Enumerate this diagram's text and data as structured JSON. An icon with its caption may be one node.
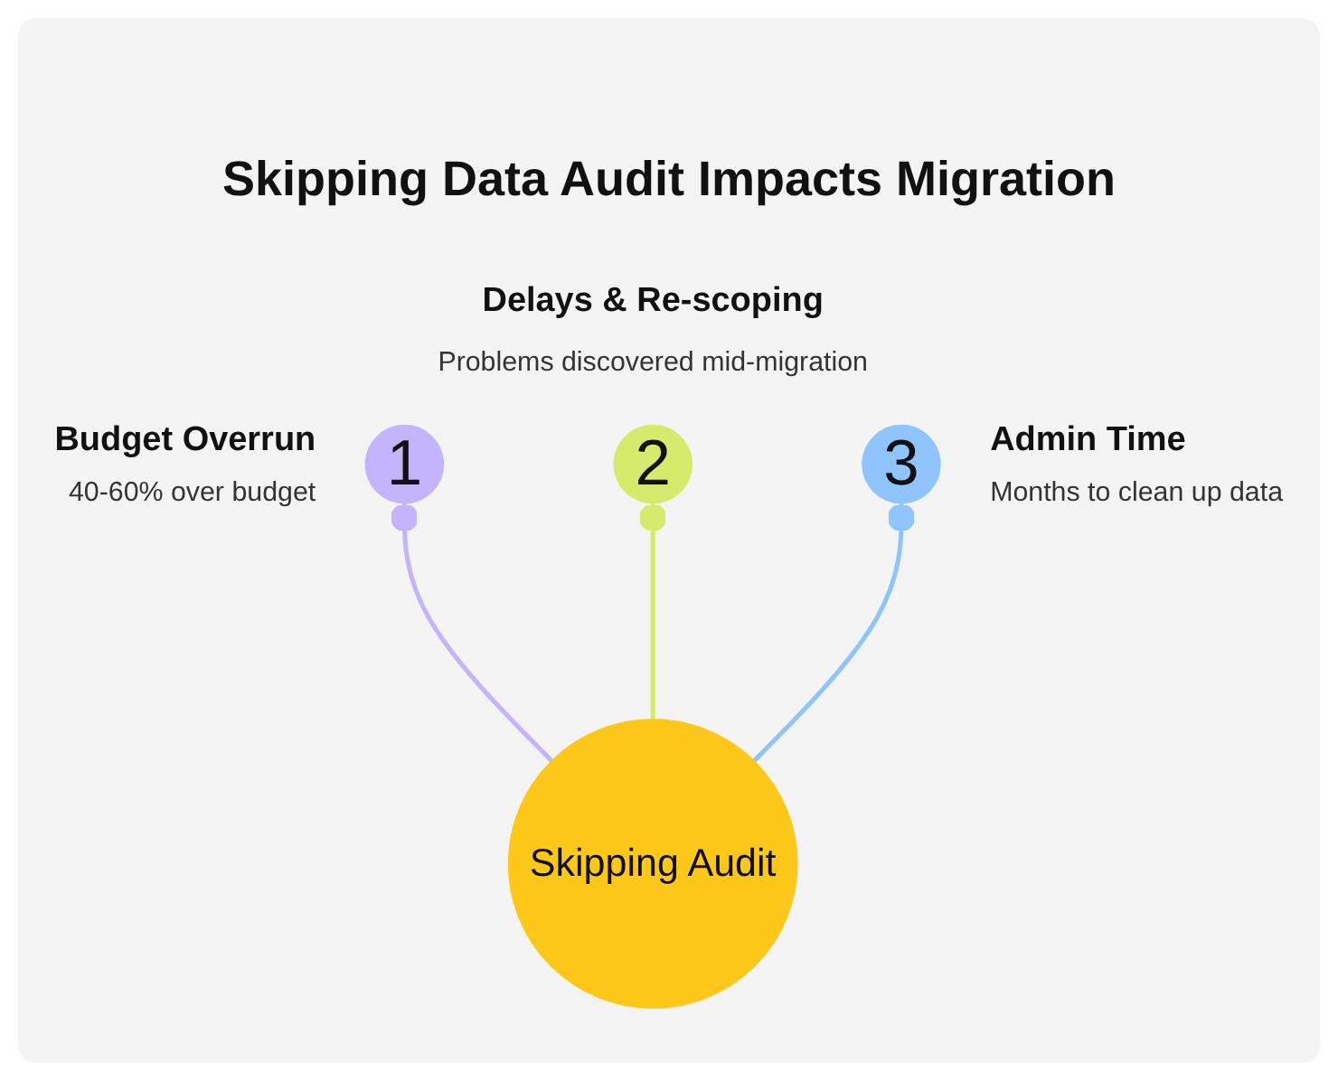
{
  "diagram": {
    "title": "Skipping Data Audit Impacts Migration",
    "nodes": [
      {
        "text": [
          "1"
        ],
        "beside": [
          "Budget Overrun",
          "40-60% over budget"
        ]
      },
      {
        "text": [
          "2"
        ],
        "beside": [
          "Delays & Re-scoping",
          "Problems discovered mid-migration"
        ]
      },
      {
        "text": [
          "3"
        ],
        "beside": [
          "Admin Time",
          "Months to clean up data"
        ]
      },
      {
        "text": [
          "Skipping Audit"
        ]
      }
    ],
    "edges": [
      {
        "from": 3,
        "to": 0,
        "arrow": "other",
        "color": "#c3b4fd"
      },
      {
        "from": 3,
        "to": 1,
        "arrow": "other",
        "color": "#d6eb6c"
      },
      {
        "from": 3,
        "to": 2,
        "arrow": "other",
        "color": "#90c4fd"
      }
    ]
  }
}
